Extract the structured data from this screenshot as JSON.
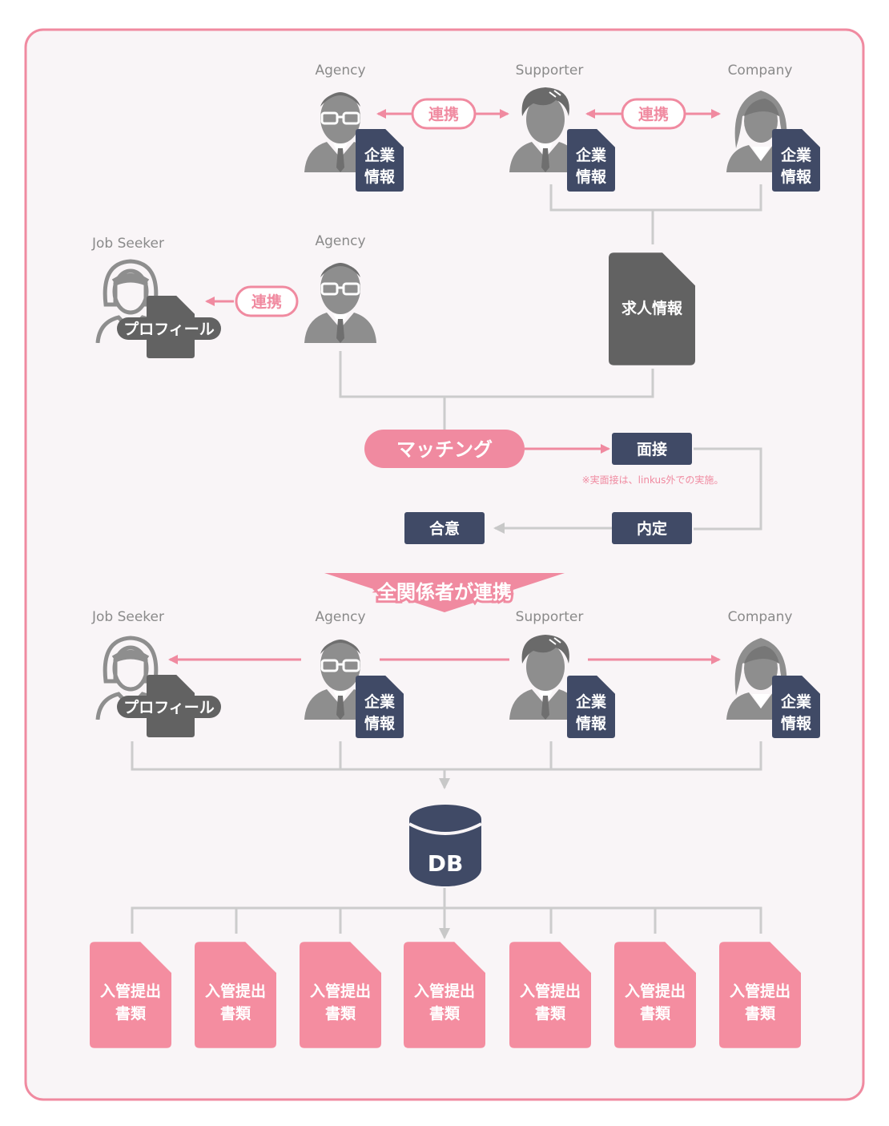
{
  "roles": {
    "agency": "Agency",
    "supporter": "Supporter",
    "company": "Company",
    "job_seeker": "Job Seeker"
  },
  "labels": {
    "collaboration": "連携",
    "company_info_line1": "企業",
    "company_info_line2": "情報",
    "job_info": "求人情報",
    "profile": "プロフィール",
    "matching": "マッチング",
    "interview": "面接",
    "interview_note": "※実面接は、linkus外での実施。",
    "offer": "内定",
    "agreement": "合意",
    "all_parties_collaborate": "全関係者が連携",
    "db": "DB",
    "document_line1": "入管提出",
    "document_line2": "書類"
  },
  "colors": {
    "frame_border": "#f08aa0",
    "frame_bg": "#f9f5f7",
    "pink": "#f08aa0",
    "doc_pink": "#f48da0",
    "navy": "#404a66",
    "dark_doc": "#626262",
    "person_gray": "#8e8e8e",
    "line_gray": "#cccccc"
  }
}
